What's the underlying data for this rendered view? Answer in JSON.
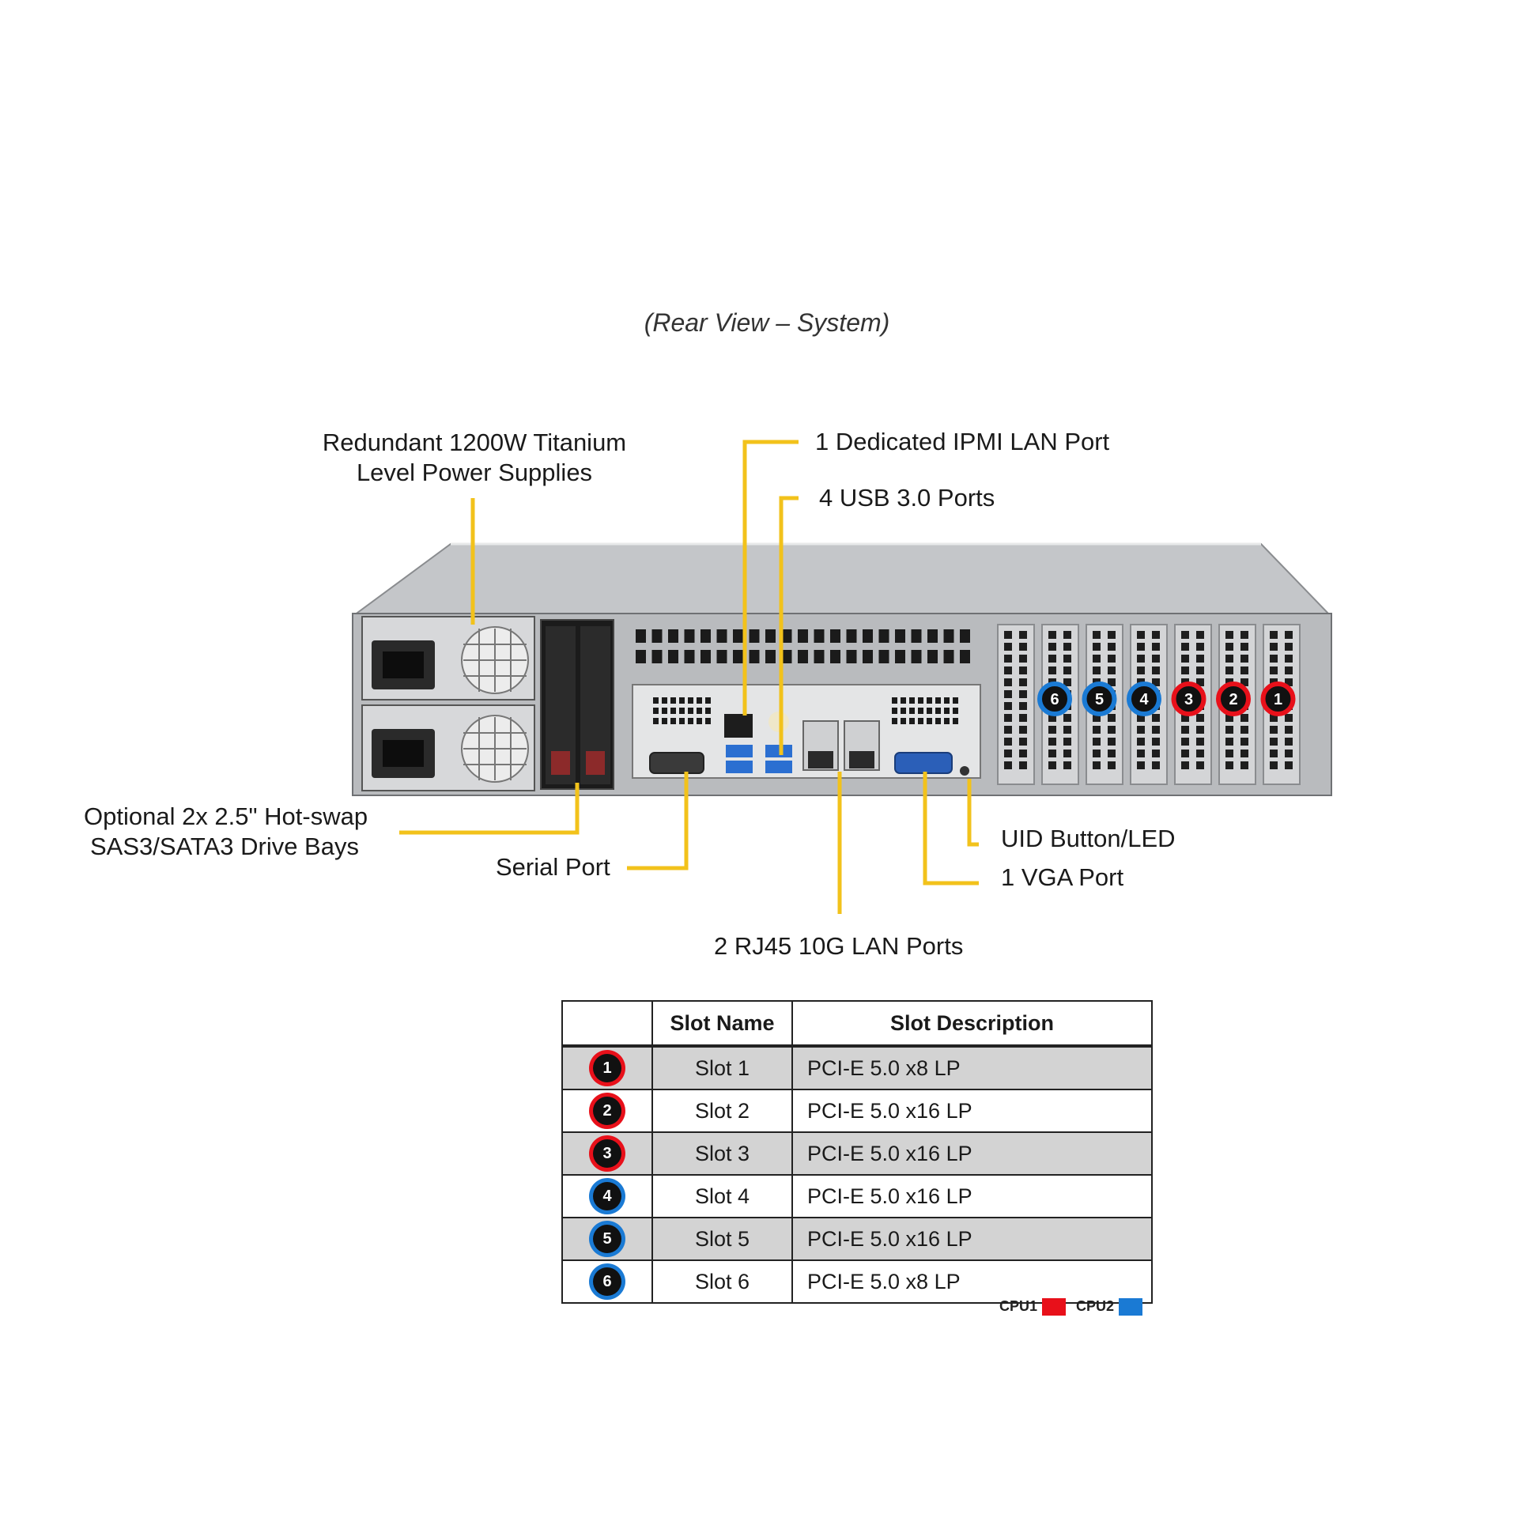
{
  "caption": "(Rear View – System)",
  "colors": {
    "cpu1": "#e8101a",
    "cpu2": "#1a7ad4",
    "callout": "#f2c21b"
  },
  "labels": {
    "psu_line1": "Redundant  1200W Titanium",
    "psu_line2": "Level Power Supplies",
    "ipmi": "1 Dedicated IPMI  LAN Port",
    "usb": "4 USB 3.0 Ports",
    "drive_line1": "Optional 2x 2.5\" Hot-swap",
    "drive_line2": "SAS3/SATA3 Drive Bays",
    "serial": "Serial Port",
    "uid": "UID  Button/LED",
    "vga": "1 VGA Port",
    "lan": "2 RJ45  10G LAN Ports"
  },
  "rear_slot_badges": [
    {
      "number": "6",
      "cpu": "cpu2"
    },
    {
      "number": "5",
      "cpu": "cpu2"
    },
    {
      "number": "4",
      "cpu": "cpu2"
    },
    {
      "number": "3",
      "cpu": "cpu1"
    },
    {
      "number": "2",
      "cpu": "cpu1"
    },
    {
      "number": "1",
      "cpu": "cpu1"
    }
  ],
  "table": {
    "headers": {
      "icon": "",
      "name": "Slot Name",
      "desc": "Slot Description"
    },
    "rows": [
      {
        "num": "1",
        "cpu": "cpu1",
        "name": "Slot 1",
        "desc": "PCI-E  5.0 x8 LP"
      },
      {
        "num": "2",
        "cpu": "cpu1",
        "name": "Slot 2",
        "desc": "PCI-E  5.0 x16 LP"
      },
      {
        "num": "3",
        "cpu": "cpu1",
        "name": "Slot 3",
        "desc": "PCI-E  5.0 x16 LP"
      },
      {
        "num": "4",
        "cpu": "cpu2",
        "name": "Slot 4",
        "desc": "PCI-E  5.0 x16 LP"
      },
      {
        "num": "5",
        "cpu": "cpu2",
        "name": "Slot 5",
        "desc": "PCI-E  5.0 x16 LP"
      },
      {
        "num": "6",
        "cpu": "cpu2",
        "name": "Slot 6",
        "desc": "PCI-E  5.0 x8 LP"
      }
    ]
  },
  "legend": {
    "cpu1": "CPU1",
    "cpu2": "CPU2"
  }
}
